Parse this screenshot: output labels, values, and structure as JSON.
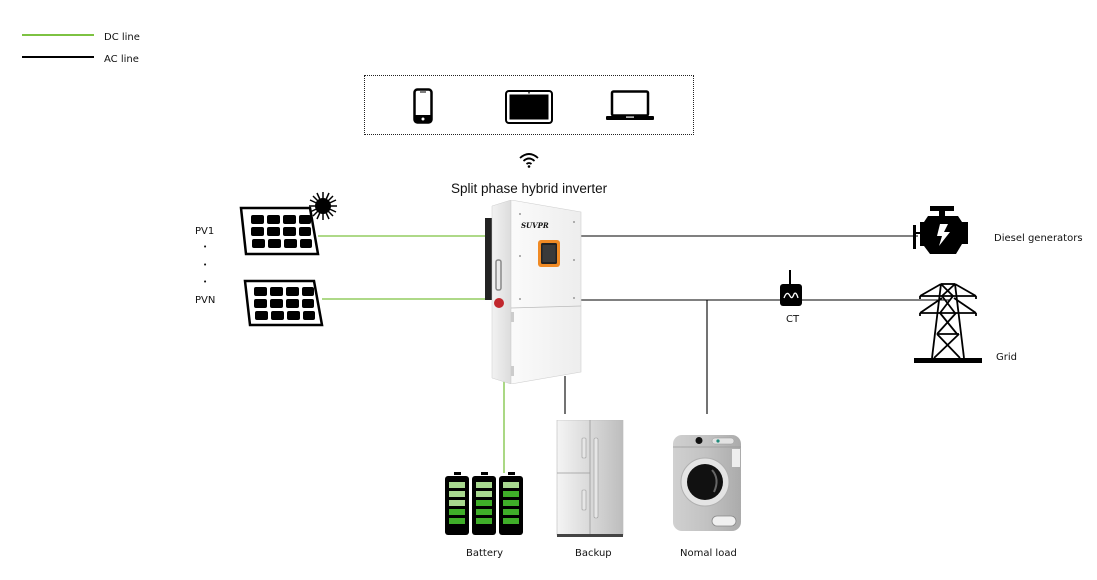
{
  "legend": {
    "dc_label": "DC line",
    "ac_label": "AC line",
    "dc_color": "#7dc242",
    "ac_color": "#000000"
  },
  "monitoring_devices": {
    "icons": [
      "smartphone-icon",
      "tablet-icon",
      "laptop-icon"
    ],
    "connection_icon": "wifi-icon"
  },
  "inverter": {
    "title": "Split phase hybrid inverter",
    "brand": "SUVPR",
    "screen_border_color": "#f08a24"
  },
  "pv": {
    "first_label": "PV1",
    "last_label": "PVN",
    "ellipsis": [
      "•",
      "•",
      "•"
    ]
  },
  "nodes": {
    "diesel": "Diesel generators",
    "ct": "CT",
    "grid": "Grid",
    "battery": "Battery",
    "backup": "Backup",
    "normal_load": "Nomal load"
  },
  "colors": {
    "battery_green": "#3fae29",
    "battery_light": "#a8d88f"
  }
}
